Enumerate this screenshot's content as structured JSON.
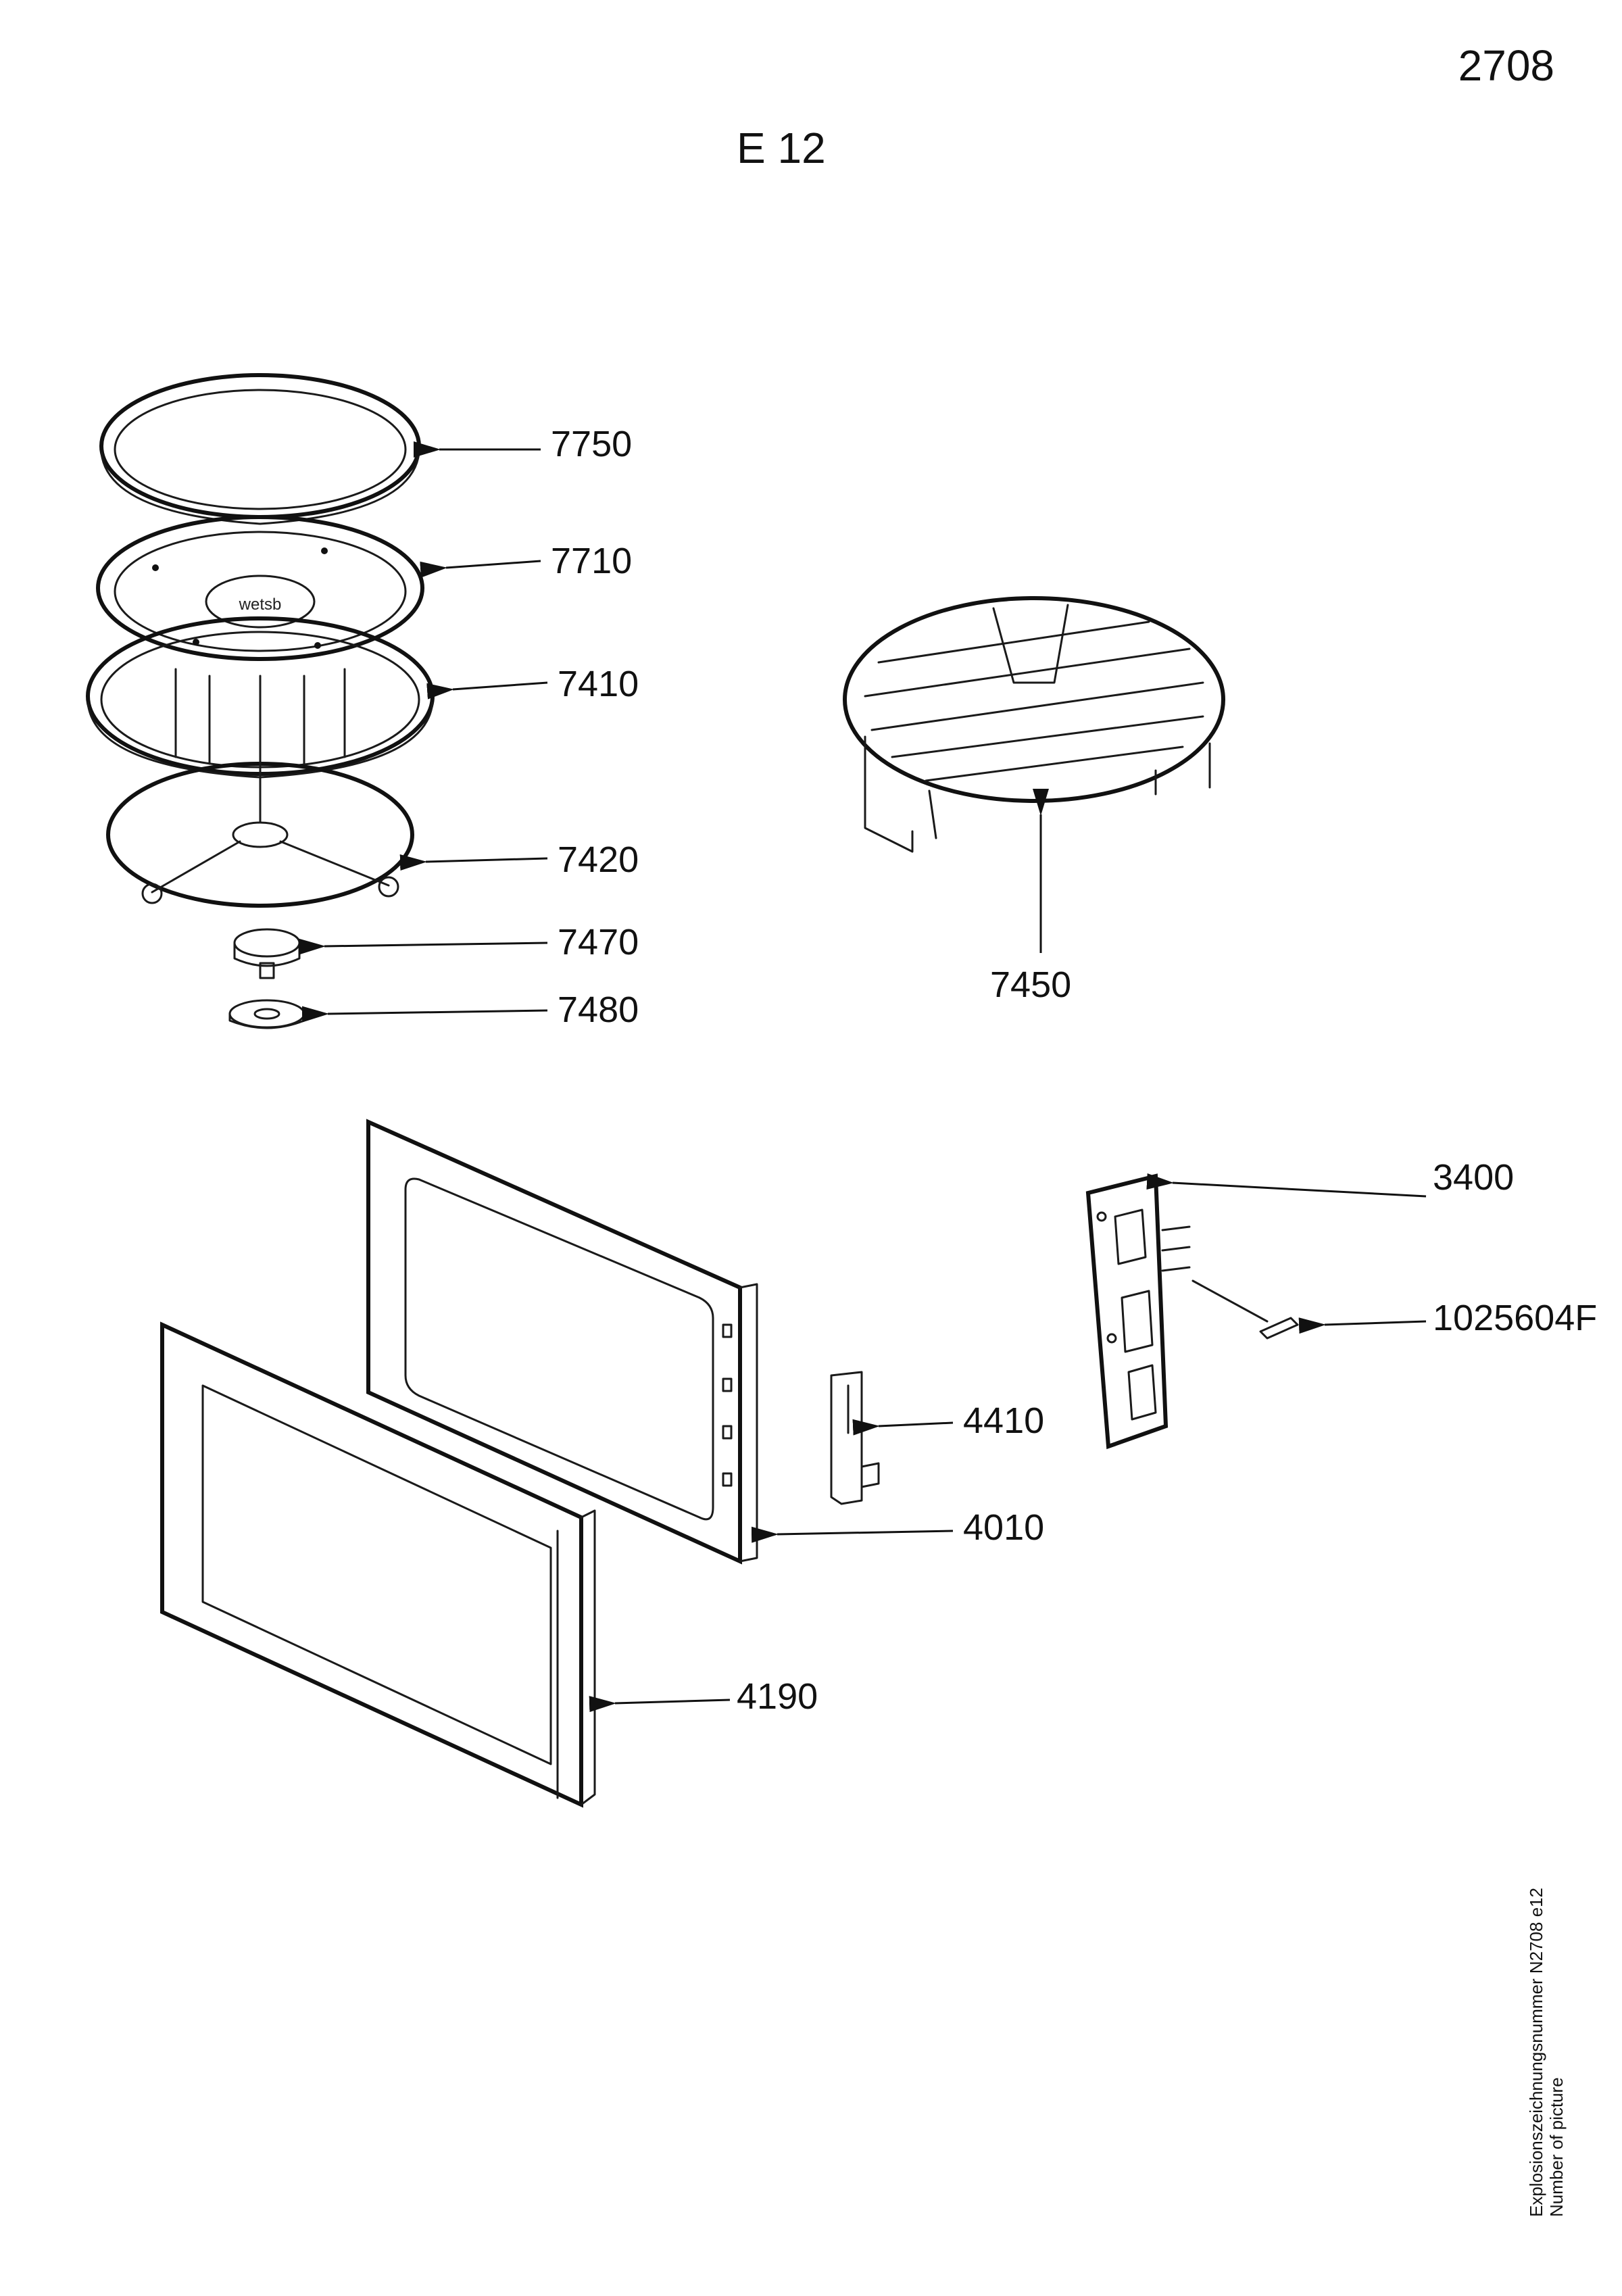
{
  "page_number": "2708",
  "title": "E 12",
  "caption": {
    "line1": "Explosionszeichnungsnummer N2708 e12",
    "line2": "Number of picture"
  },
  "embossing": "wetsb",
  "callouts": [
    {
      "id": "7750",
      "label": "7750"
    },
    {
      "id": "7710",
      "label": "7710"
    },
    {
      "id": "7410",
      "label": "7410"
    },
    {
      "id": "7420",
      "label": "7420"
    },
    {
      "id": "7470",
      "label": "7470"
    },
    {
      "id": "7480",
      "label": "7480"
    },
    {
      "id": "7450",
      "label": "7450"
    },
    {
      "id": "3400",
      "label": "3400"
    },
    {
      "id": "1025604F",
      "label": "1025604F"
    },
    {
      "id": "4410",
      "label": "4410"
    },
    {
      "id": "4010",
      "label": "4010"
    },
    {
      "id": "4190",
      "label": "4190"
    }
  ]
}
